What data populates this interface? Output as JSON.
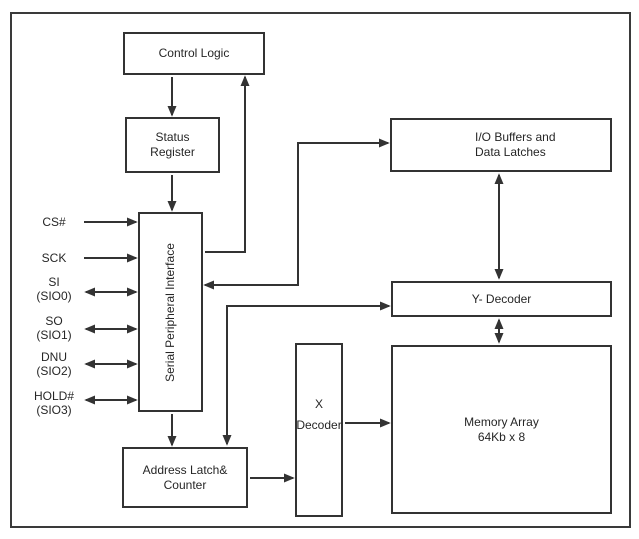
{
  "diagram": {
    "background": "#ffffff",
    "line_color": "#333333",
    "text_color": "#262626",
    "blocks": {
      "control_logic": {
        "label": "Control Logic"
      },
      "status_register": {
        "line1": "Status",
        "line2": "Register"
      },
      "spi": {
        "label": "Serial Peripheral Interface"
      },
      "io_buffers": {
        "line1": "I/O Buffers and",
        "line2": "Data Latches"
      },
      "y_decoder": {
        "label": "Y- Decoder"
      },
      "x_decoder": {
        "line1": "X",
        "line2": "Decoder"
      },
      "memory_array": {
        "line1": "Memory Array",
        "line2": "64Kb x 8"
      },
      "address_latch": {
        "line1": "Address Latch&",
        "line2": "Counter"
      }
    },
    "signals": [
      {
        "name": "CS#",
        "direction": "input"
      },
      {
        "name": "SCK",
        "direction": "input"
      },
      {
        "name": "SI",
        "pin": "(SIO0)",
        "direction": "bidirectional"
      },
      {
        "name": "SO",
        "pin": "(SIO1)",
        "direction": "bidirectional"
      },
      {
        "name": "DNU",
        "pin": "(SIO2)",
        "direction": "bidirectional"
      },
      {
        "name": "HOLD#",
        "pin": "(SIO3)",
        "direction": "bidirectional"
      }
    ]
  }
}
